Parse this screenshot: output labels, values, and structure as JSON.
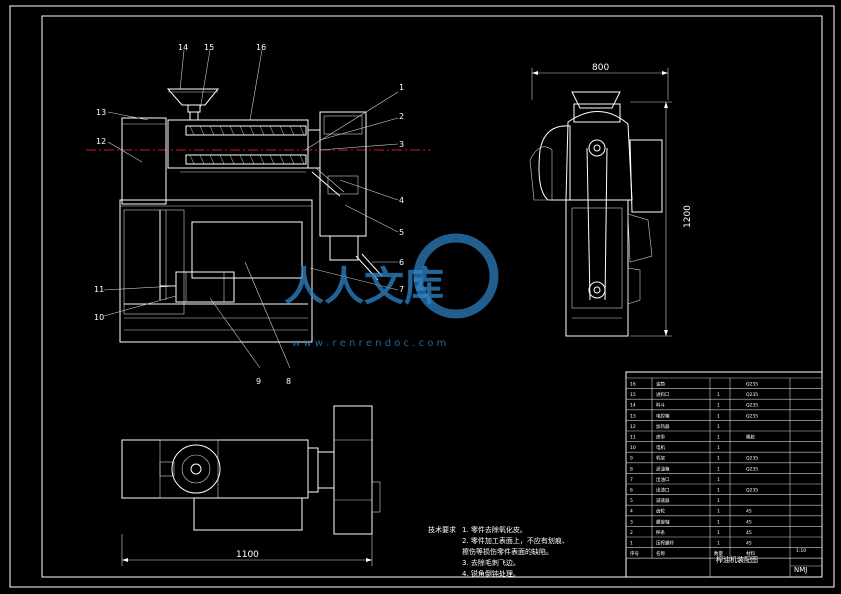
{
  "callouts": [
    "1",
    "2",
    "3",
    "4",
    "5",
    "6",
    "7",
    "8",
    "9",
    "10",
    "11",
    "12",
    "13",
    "14",
    "15",
    "16"
  ],
  "dimensions": {
    "side_width": "800",
    "side_height": "1200",
    "plan_length": "1100"
  },
  "notes": {
    "label": "技术要求",
    "lines": [
      "1. 零件去除氧化皮。",
      "2. 零件加工表面上，不应有划痕、",
      "   擦伤等损伤零件表面的缺陷。",
      "3. 去除毛刺飞边。",
      "4. 锐角倒钝处理。"
    ]
  },
  "title_block": {
    "title": "榨油机装配图",
    "code": "NMJ",
    "scale": "1:10",
    "parts": [
      {
        "no": "16",
        "name": "油筒",
        "qty": "",
        "material": "Q235"
      },
      {
        "no": "15",
        "name": "进料口",
        "qty": "1",
        "material": "Q235"
      },
      {
        "no": "14",
        "name": "料斗",
        "qty": "1",
        "material": "Q235"
      },
      {
        "no": "13",
        "name": "电控箱",
        "qty": "1",
        "material": "Q235"
      },
      {
        "no": "12",
        "name": "加热器",
        "qty": "1",
        "material": ""
      },
      {
        "no": "11",
        "name": "皮带",
        "qty": "1",
        "material": "橡胶"
      },
      {
        "no": "10",
        "name": "电机",
        "qty": "1",
        "material": ""
      },
      {
        "no": "9",
        "name": "机架",
        "qty": "1",
        "material": "Q235"
      },
      {
        "no": "8",
        "name": "滤油箱",
        "qty": "1",
        "material": "Q235"
      },
      {
        "no": "7",
        "name": "出油口",
        "qty": "1",
        "material": ""
      },
      {
        "no": "6",
        "name": "出渣口",
        "qty": "1",
        "material": "Q235"
      },
      {
        "no": "5",
        "name": "减速器",
        "qty": "1",
        "material": ""
      },
      {
        "no": "4",
        "name": "齿轮",
        "qty": "1",
        "material": "45"
      },
      {
        "no": "3",
        "name": "螺旋轴",
        "qty": "1",
        "material": "45"
      },
      {
        "no": "2",
        "name": "榨条",
        "qty": "1",
        "material": "45"
      },
      {
        "no": "1",
        "name": "压榨螺杆",
        "qty": "1",
        "material": "45"
      }
    ],
    "headers": [
      "序号",
      "名称",
      "数量",
      "材料"
    ]
  },
  "watermark": {
    "brand": "人人文库",
    "url": "w w w . r e n r e n d o c . c o m"
  },
  "colors": {
    "background": "#000000",
    "line": "#ffffff",
    "centerline": "#ff2a2a",
    "watermark": "#2f86c9"
  }
}
